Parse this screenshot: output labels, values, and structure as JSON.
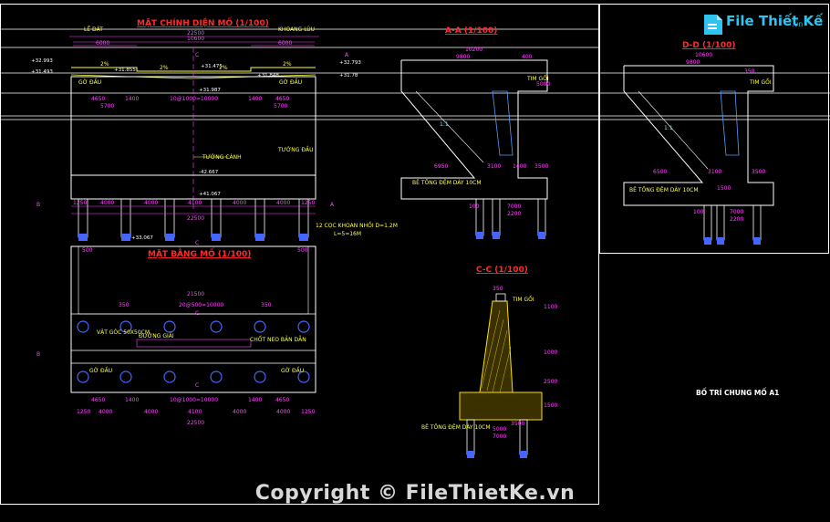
{
  "titles": {
    "front_view": "MẶT CHÍNH DIỆN MỐ (1/100)",
    "section_aa": "A-A (1/100)",
    "section_dd": "D-D (1/100)",
    "plan": "MẶT BẰNG MỐ (1/100)",
    "section_cc": "C-C (1/100)",
    "sheet": "BỐ TRÍ CHUNG MỐ A1"
  },
  "front_view": {
    "top_dims": [
      "22500",
      "10600",
      "6000",
      "6000"
    ],
    "lane_labels": [
      "LỀ ĐÁT",
      "KHOANG LÙU"
    ],
    "elevations": [
      "+32.993",
      "+31.493",
      "+31.855",
      "+31.475",
      "+32.793",
      "+31.78",
      "+31.987",
      "+31.848",
      "-42.667",
      "+41.067"
    ],
    "slopes": [
      "2%",
      "2%",
      "2%",
      "2%"
    ],
    "mid_dims": [
      "4650",
      "1400",
      "10@1000=10000",
      "1400",
      "4650",
      "5700",
      "5700"
    ],
    "labels": [
      "GỜ ĐẦU",
      "GỜ ĐẦU",
      "TƯỜNG CÁNH",
      "TƯỜNG ĐẦU"
    ],
    "bottom_dims": [
      "1250",
      "4000",
      "4000",
      "4100",
      "4000",
      "4000",
      "1250",
      "22500"
    ],
    "pile_note": "12 CỌC KHOAN NHỒI  D=1.2M",
    "pile_len": "L=5=16M",
    "base_elev": "+33.067",
    "section_marks": [
      "A",
      "A",
      "B",
      "C",
      "C"
    ]
  },
  "section_aa": {
    "dims": [
      "10200",
      "9800",
      "400",
      "6950",
      "3100",
      "1400",
      "3500",
      "7000",
      "2200",
      "100",
      "5000"
    ],
    "labels": [
      "TIM GỐI",
      "BÊ TÔNG ĐỆM DÀY 10CM",
      "1:1"
    ]
  },
  "section_dd": {
    "dims": [
      "10600",
      "9800",
      "350",
      "6500",
      "3100",
      "3500",
      "1500",
      "7000",
      "2200",
      "100"
    ],
    "labels": [
      "TIM GỐI",
      "BÊ TÔNG ĐỆM DÀY 10CM",
      "1:1"
    ]
  },
  "plan": {
    "dims": [
      "500",
      "21500",
      "500",
      "350",
      "20@500=10000",
      "350",
      "4650",
      "1400",
      "10@1000=10000",
      "1400",
      "4650",
      "1250",
      "4000",
      "4000",
      "4100",
      "4000",
      "4000",
      "1250",
      "22500"
    ],
    "labels": [
      "VẬT GÓC 50X50CM",
      "CHỐT NEO BẢN DẪN",
      "GỜ ĐẦU",
      "GỜ ĐẦU",
      "ĐƯỜNG GIẢI"
    ],
    "section_marks": [
      "B",
      "C",
      "C"
    ]
  },
  "section_cc": {
    "dims": [
      "350",
      "1100",
      "1000",
      "2500",
      "1500",
      "5000",
      "7000",
      "3500"
    ],
    "labels": [
      "TIM GỐI",
      "BÊ TÔNG ĐỆM DÀY 10CM"
    ]
  },
  "watermark": {
    "copyright": "Copyright © FileThietKe.vn",
    "logo": "File Thiết Kế",
    "logo_suffix": ".vn"
  },
  "colors": {
    "background": "#000000",
    "outline": "#ffffff",
    "dimension": "#ff44ff",
    "annotation": "#ffff40",
    "title": "#ff2a2a",
    "pile": "#4466ff",
    "hatch": "#ffe000",
    "logo": "#2ec4f0"
  }
}
